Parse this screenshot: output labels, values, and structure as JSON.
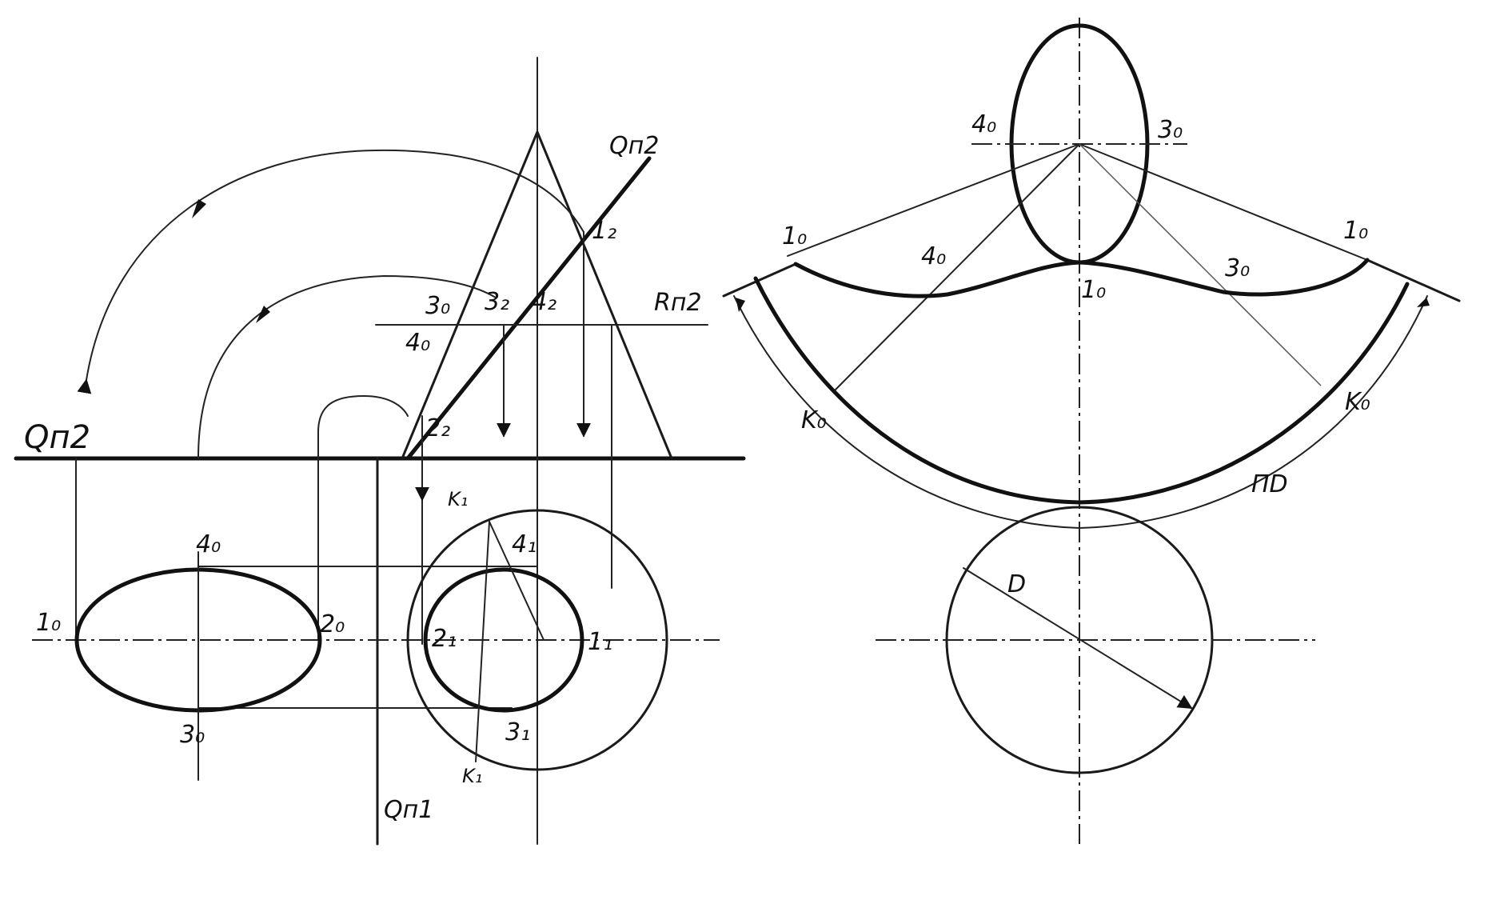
{
  "labels": {
    "q_pi2_top": "Qп2",
    "q_pi2_left": "Qп2",
    "q_pi1": "Qп1",
    "r_pi2": "Rп2",
    "p1_2": "1₂",
    "p2_2": "2₂",
    "p3_2": "3₂",
    "p4_2": "4₂",
    "p3_0_front": "3₀",
    "p4_0_front": "4₀",
    "k1_top": "K₁",
    "k1_bottom": "K₁",
    "p4_1": "4₁",
    "p2_1": "2₁",
    "p1_1": "1₁",
    "p3_1": "3₁",
    "e_4_0": "4₀",
    "e_1_0": "1₀",
    "e_2_0": "2₀",
    "e_3_0": "3₀",
    "r_4_0": "4₀",
    "r_3_0": "3₀",
    "dev_1_0_left": "1₀",
    "dev_1_0_right": "1₀",
    "dev_4_0": "4₀",
    "dev_3_0": "3₀",
    "dev_1_0_center": "1₀",
    "k0_left": "K₀",
    "k0_right": "K₀",
    "pi_d": "ПD",
    "d": "D"
  },
  "colors": {
    "ink": "#111111",
    "hatch": "#666666"
  }
}
